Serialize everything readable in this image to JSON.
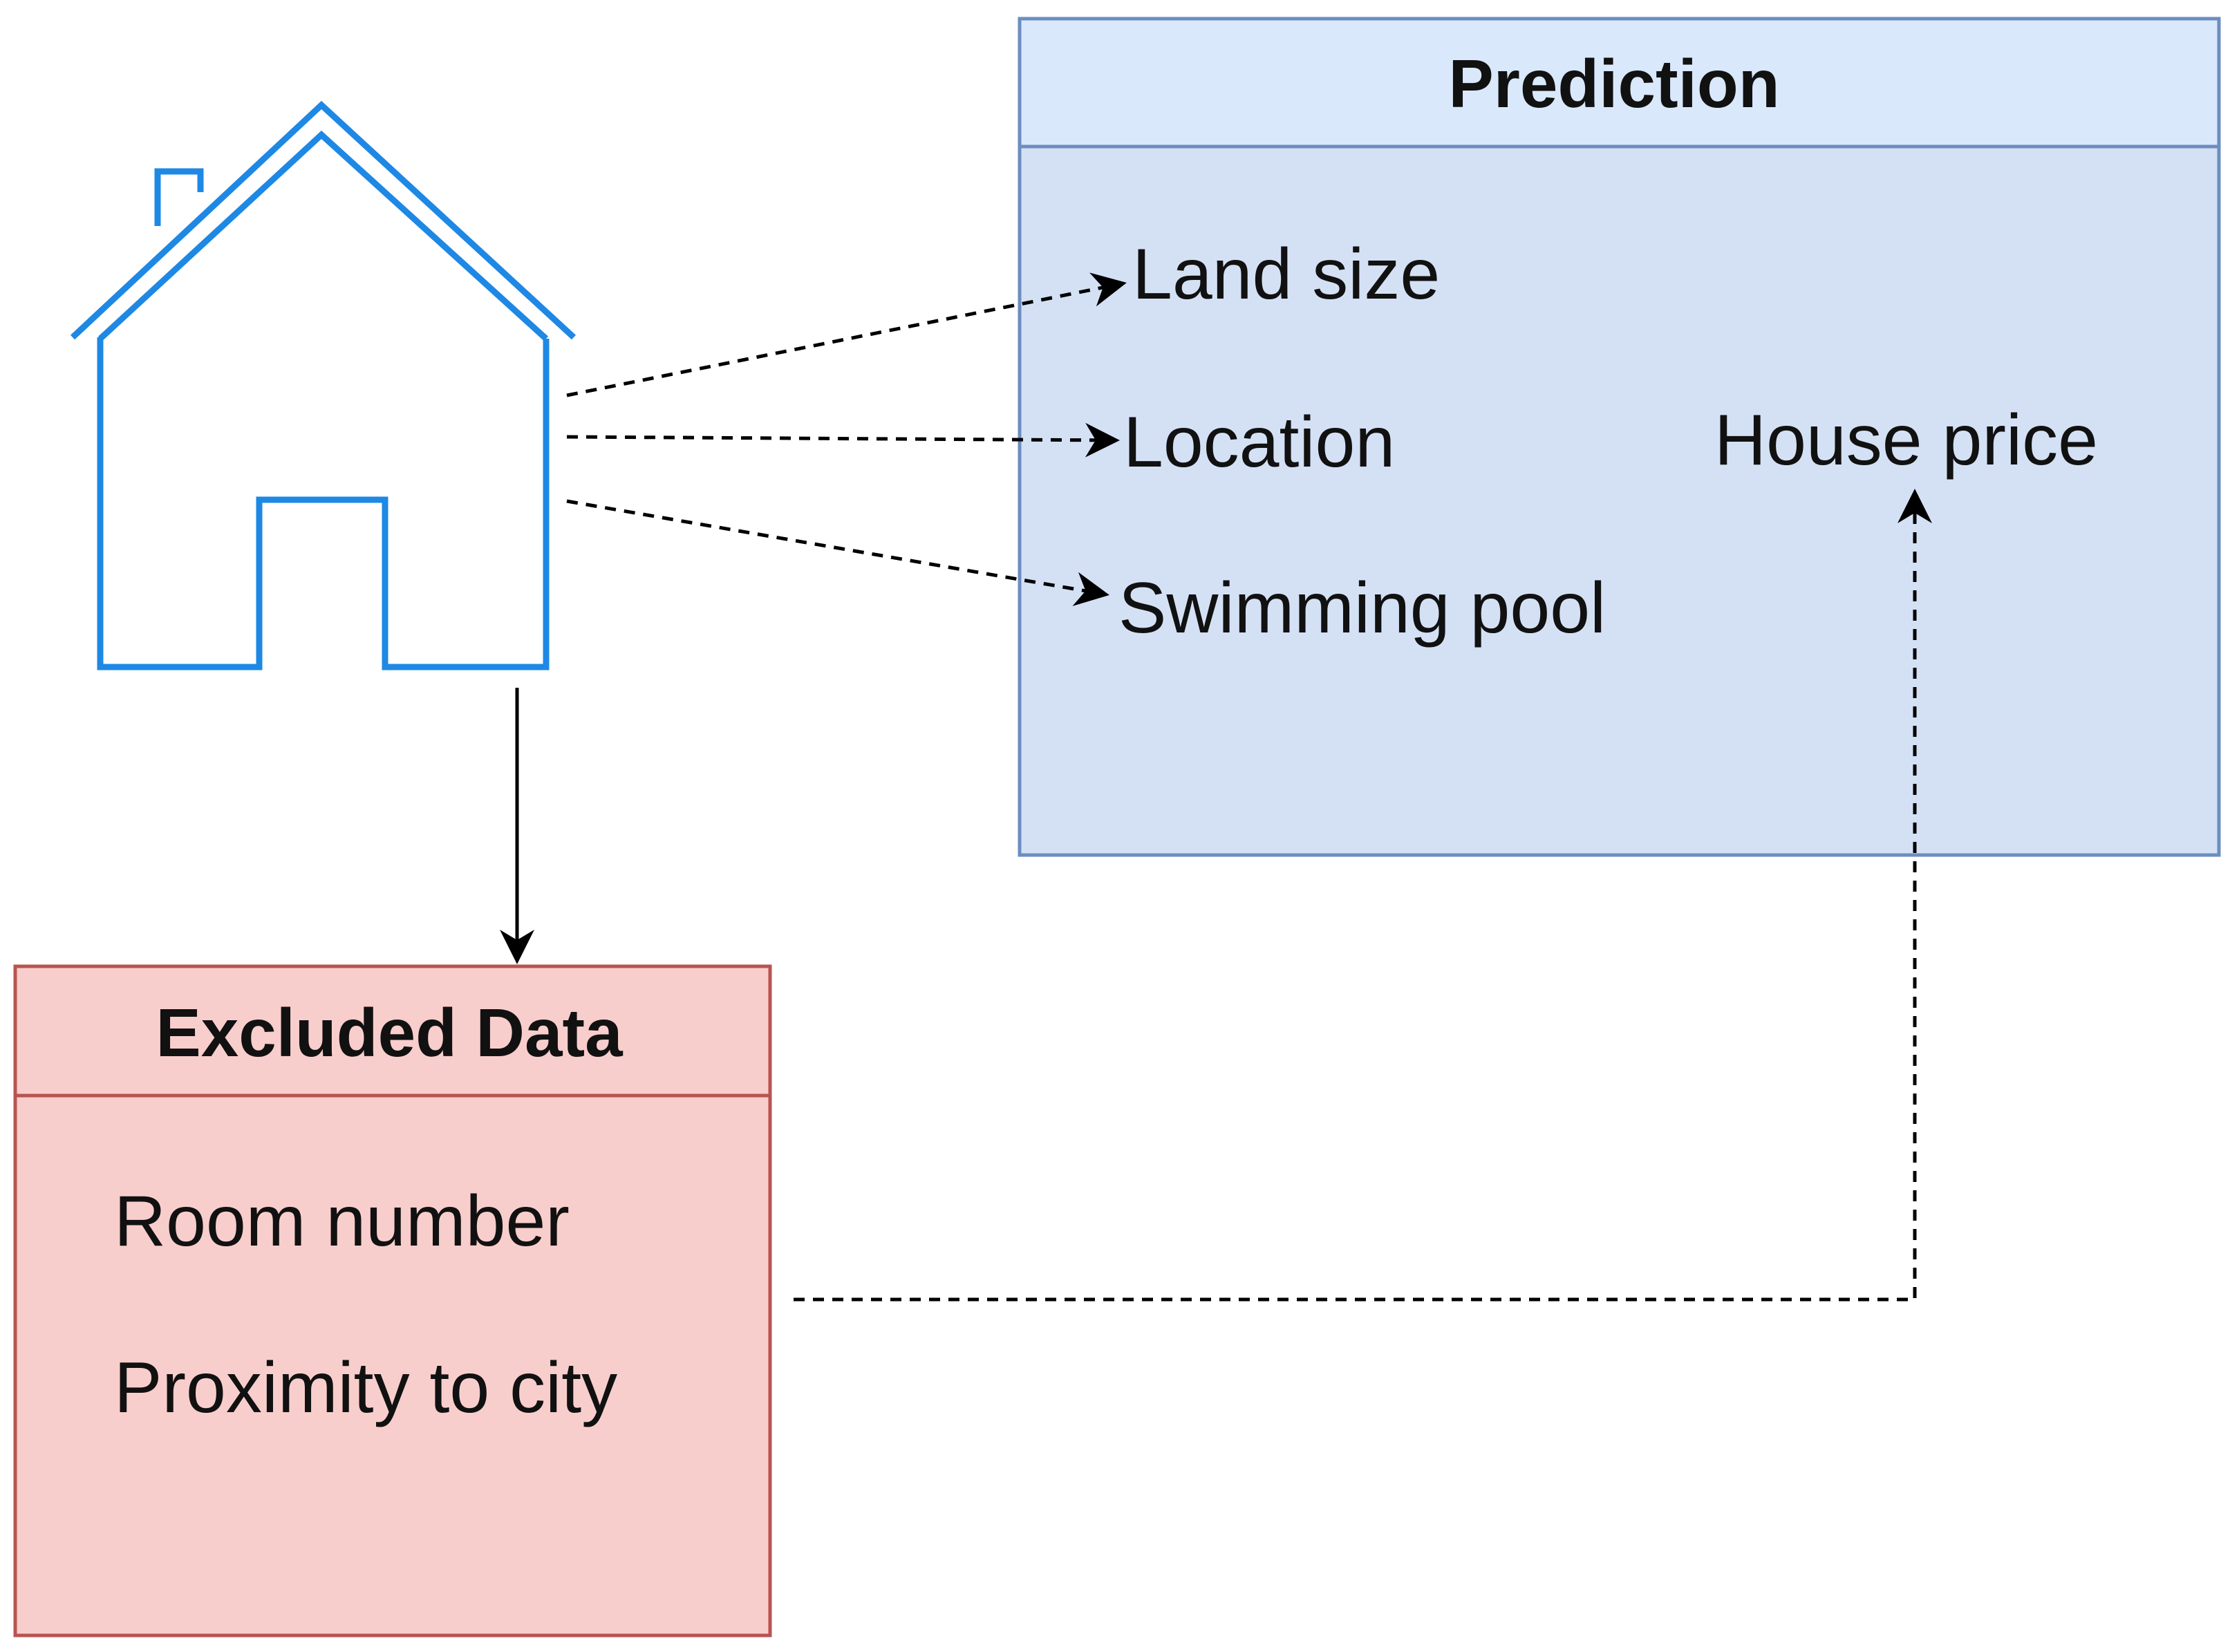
{
  "prediction": {
    "title": "Prediction",
    "features": [
      "Land size",
      "Location",
      "Swimming pool"
    ],
    "target": "House price",
    "fill_color": "#d4e1f5",
    "header_color": "#dae8fc",
    "stroke_color": "#6c8ebf"
  },
  "excluded": {
    "title": "Excluded Data",
    "items": [
      "Room number",
      "Proximity to city"
    ],
    "fill_color": "#f8cecc",
    "stroke_color": "#b85450"
  },
  "house": {
    "icon": "house-icon",
    "stroke_color": "#1e88e5"
  }
}
